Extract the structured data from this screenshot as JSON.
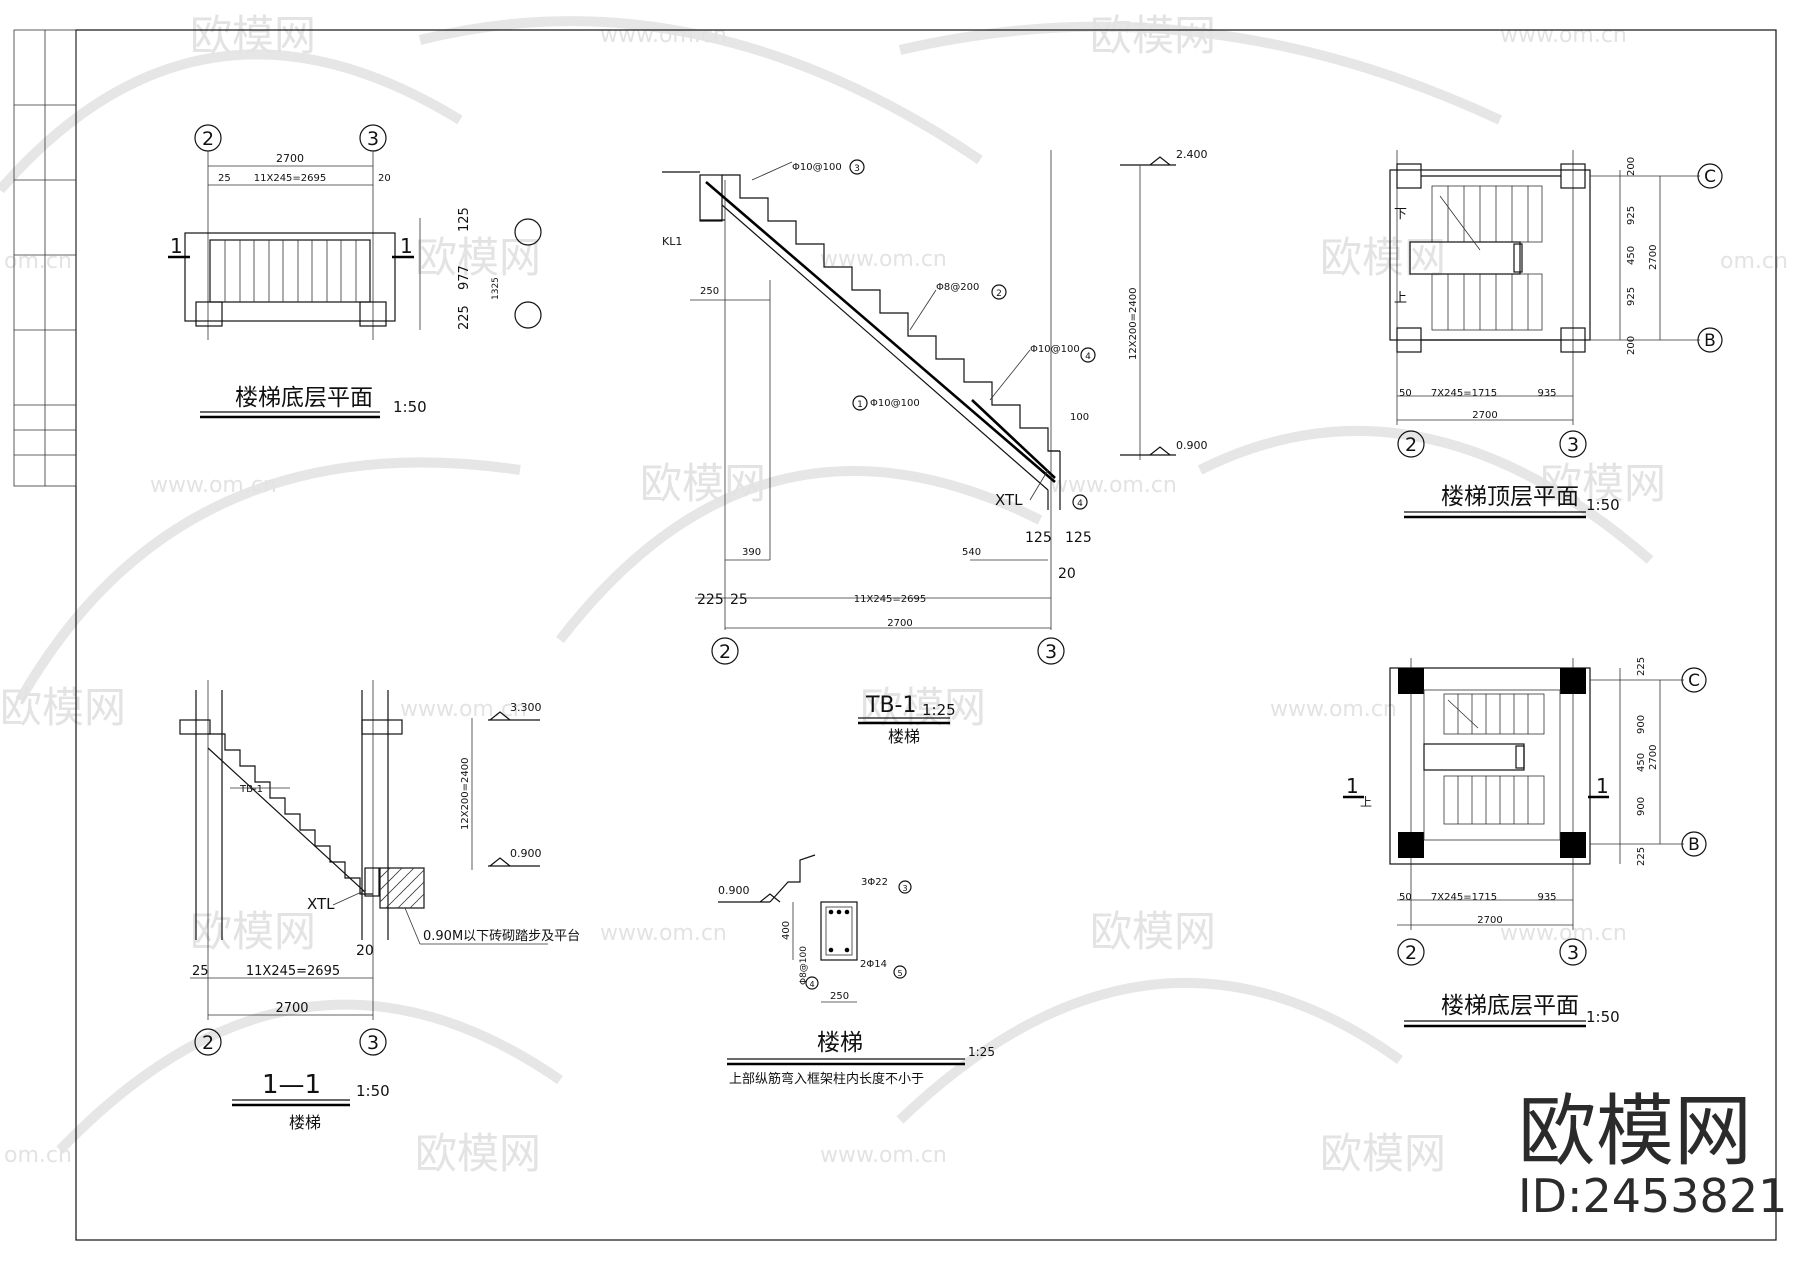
{
  "watermark": {
    "brand": "欧模网",
    "site": "www.om.cn",
    "site_short": "om.cn",
    "id_label": "ID:2453821"
  },
  "grid_axes": {
    "a2": "2",
    "a3": "3",
    "aB": "B",
    "aC": "C"
  },
  "plan_ground": {
    "title": "楼梯底层平面",
    "scale": "1:50",
    "dim_total": "2700",
    "dim_steps": "11X245=2695",
    "dim_25": "25",
    "dim_20": "20",
    "dim_125": "125",
    "dim_977": "977",
    "dim_225": "225",
    "dim_1325": "1325",
    "section_mark": "1"
  },
  "tb1": {
    "title": "TB-1",
    "scale": "1:25",
    "subtitle": "楼梯",
    "rebar_1": "Φ10@100",
    "rebar_2": "Φ8@200",
    "rebar_3": "Φ10@100",
    "rebar_4": "Φ10@100",
    "kl1": "KL1",
    "xtl": "XTL",
    "elev_top": "2.400",
    "elev_bot": "0.900",
    "rise_dim": "12X200=2400",
    "dim_250": "250",
    "dim_390": "390",
    "dim_540": "540",
    "dim_100": "100",
    "dim_125a": "125",
    "dim_125b": "125",
    "dim_20": "20",
    "dim_225": "225",
    "dim_25": "25",
    "dim_steps": "11X245=2695",
    "dim_total": "2700",
    "c1": "1",
    "c2": "2",
    "c3": "3",
    "c4": "4"
  },
  "section11": {
    "title": "1—1",
    "scale": "1:50",
    "subtitle": "楼梯",
    "elev_top": "3.300",
    "elev_bot": "0.900",
    "rise_dim": "12X200=2400",
    "tb_label": "TB-1",
    "xtl": "XTL",
    "note": "0.90M以下砖砌踏步及平台",
    "dim_20": "20",
    "dim_25": "25",
    "dim_steps": "11X245=2695",
    "dim_total": "2700"
  },
  "beam_detail": {
    "title": "楼梯",
    "scale": "1:25",
    "note": "上部纵筋弯入框架柱内长度不小于",
    "elev": "0.900",
    "top_bars": "3Φ22",
    "bot_bars": "2Φ14",
    "stirrup": "Φ8@100",
    "dim_400": "400",
    "dim_250": "250",
    "c3": "3",
    "c4": "4",
    "c5": "5"
  },
  "plan_top": {
    "title": "楼梯顶层平面",
    "scale": "1:50",
    "dim_200a": "200",
    "dim_925a": "925",
    "dim_450": "450",
    "dim_925b": "925",
    "dim_200b": "200",
    "dim_2700v": "2700",
    "dim_50": "50",
    "dim_steps": "7X245=1715",
    "dim_935": "935",
    "dim_2700": "2700",
    "down": "下",
    "up": "上"
  },
  "plan_bottom": {
    "title": "楼梯底层平面",
    "scale": "1:50",
    "dim_225a": "225",
    "dim_900a": "900",
    "dim_450": "450",
    "dim_900b": "900",
    "dim_225b": "225",
    "dim_2700v": "2700",
    "dim_50": "50",
    "dim_steps": "7X245=1715",
    "dim_935": "935",
    "dim_2700": "2700",
    "up": "上",
    "section_mark": "1"
  }
}
